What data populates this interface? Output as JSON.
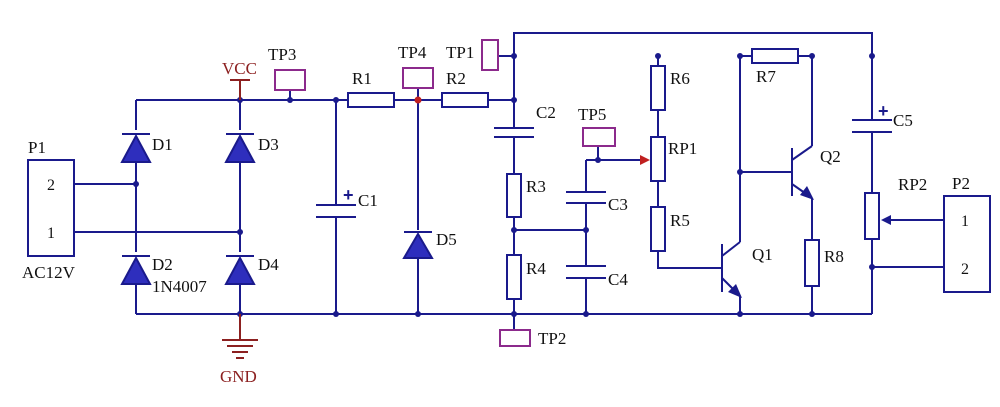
{
  "connectors": {
    "p1": {
      "ref": "P1",
      "pin_top": "2",
      "pin_bottom": "1",
      "label": "AC12V"
    },
    "p2": {
      "ref": "P2",
      "pin_top": "1",
      "pin_bottom": "2"
    }
  },
  "rails": {
    "vcc": "VCC",
    "gnd": "GND"
  },
  "test_points": {
    "tp1": "TP1",
    "tp2": "TP2",
    "tp3": "TP3",
    "tp4": "TP4",
    "tp5": "TP5"
  },
  "diodes": {
    "d1": "D1",
    "d2": "D2",
    "d3": "D3",
    "d4": "D4",
    "d5": "D5",
    "part": "1N4007"
  },
  "resistors": {
    "r1": "R1",
    "r2": "R2",
    "r3": "R3",
    "r4": "R4",
    "r5": "R5",
    "r6": "R6",
    "r7": "R7",
    "r8": "R8"
  },
  "potentiometers": {
    "rp1": "RP1",
    "rp2": "RP2"
  },
  "capacitors": {
    "c1": "C1",
    "c2": "C2",
    "c3": "C3",
    "c4": "C4",
    "c5": "C5"
  },
  "transistors": {
    "q1": "Q1",
    "q2": "Q2"
  },
  "symbols": {
    "plus": "+"
  },
  "colors": {
    "wire": "#1a1a8c",
    "test_point": "#8c2a8c",
    "power": "#8c2020"
  }
}
